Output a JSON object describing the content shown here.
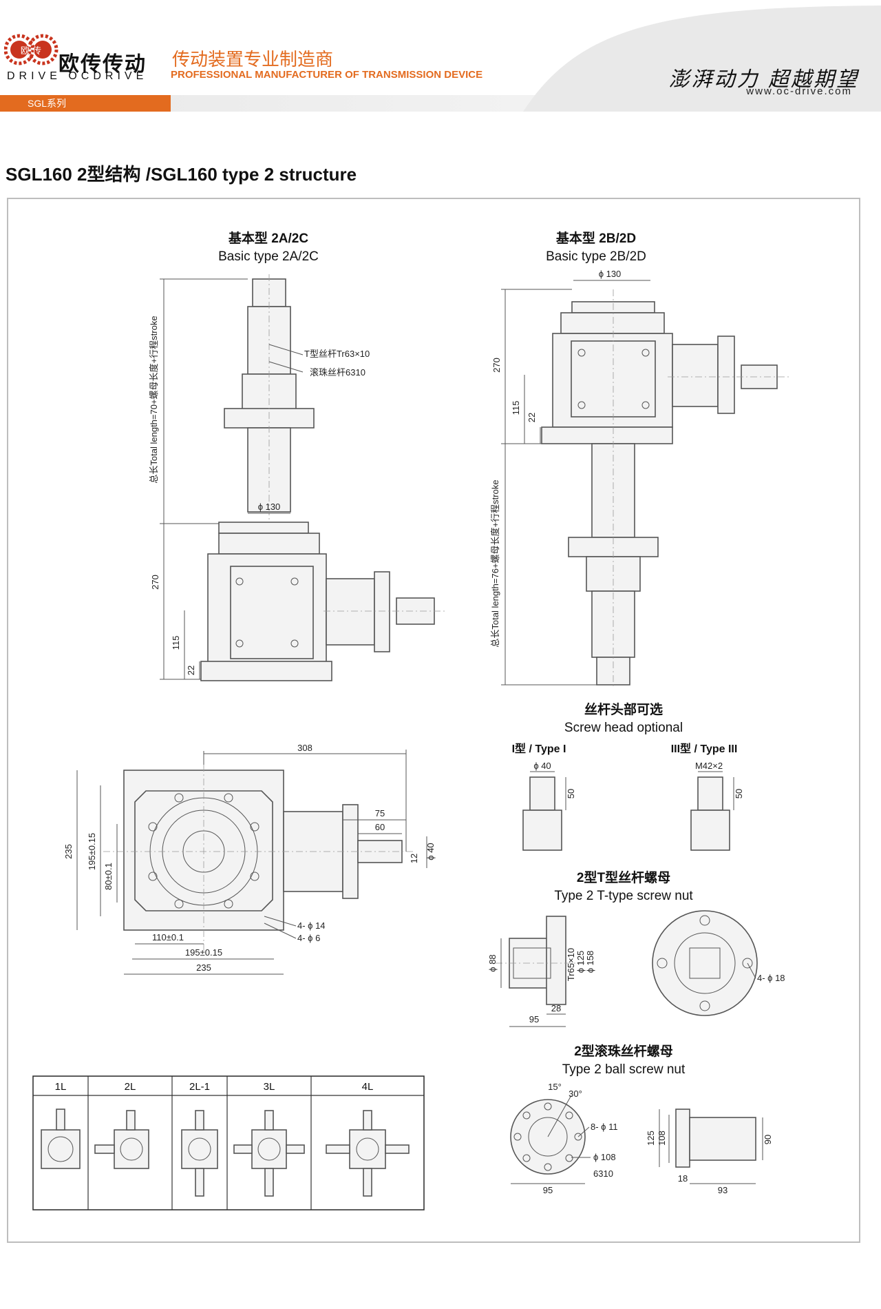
{
  "header": {
    "logo_mark_text": "欧 传",
    "brand_cn": "欧传传动",
    "brand_en": "DRIVE OCDRIVE",
    "tagline_cn": "传动装置专业制造商",
    "tagline_en": "PROFESSIONAL MANUFACTURER OF TRANSMISSION DEVICE",
    "slogan": "澎湃动力 超越期望",
    "website": "www.oc-drive.com",
    "series_tab": "SGL系列"
  },
  "page": {
    "title": "SGL160 2型结构 /SGL160 type 2 structure"
  },
  "views": {
    "basic_ac": {
      "title_cn": "基本型 2A/2C",
      "title_en": "Basic type 2A/2C",
      "screw_t": "T型丝杆Tr63×10",
      "screw_ball": "滚珠丝杆6310",
      "total_length": "总长Total length=70+螺母长度+行程stroke",
      "d_top": "ϕ 130",
      "h270": "270",
      "h115": "115",
      "h22": "22"
    },
    "basic_bd": {
      "title_cn": "基本型 2B/2D",
      "title_en": "Basic type 2B/2D",
      "total_length": "总长Total length=76+螺母长度+行程stroke",
      "d_top": "ϕ 130",
      "h270": "270",
      "h115": "115",
      "h22": "22"
    },
    "plan": {
      "w308": "308",
      "w75": "75",
      "w60": "60",
      "h12": "12",
      "d40": "ϕ 40",
      "h235": "235",
      "h195": "195±0.15",
      "h80": "80±0.1",
      "w110": "110±0.1",
      "w195": "195±0.15",
      "w235": "235",
      "holes14": "4- ϕ 14",
      "holes6": "4- ϕ 6"
    },
    "screw_head": {
      "title_cn": "丝杆头部可选",
      "title_en": "Screw head optional",
      "type1": "I型 / Type I",
      "type3": "III型 / Type III",
      "d40": "ϕ 40",
      "h50a": "50",
      "m42": "M42×2",
      "h50b": "50"
    },
    "t_nut": {
      "title_cn": "2型T型丝杆螺母",
      "title_en": "Type 2 T-type screw nut",
      "d88": "ϕ 88",
      "tr65": "Tr65×10",
      "d125": "ϕ 125",
      "d158": "ϕ 158",
      "w95": "95",
      "w28": "28",
      "holes18": "4- ϕ 18"
    },
    "ball_nut": {
      "title_cn": "2型滚珠丝杆螺母",
      "title_en": "Type 2 ball screw nut",
      "a15": "15°",
      "a30": "30°",
      "holes11": "8- ϕ 11",
      "d108": "ϕ 108",
      "model": "6310",
      "w95": "95",
      "h125": "125",
      "h108": "108",
      "h90": "90",
      "w18": "18",
      "w93": "93"
    },
    "configs": [
      "1L",
      "2L",
      "2L-1",
      "3L",
      "4L"
    ]
  }
}
